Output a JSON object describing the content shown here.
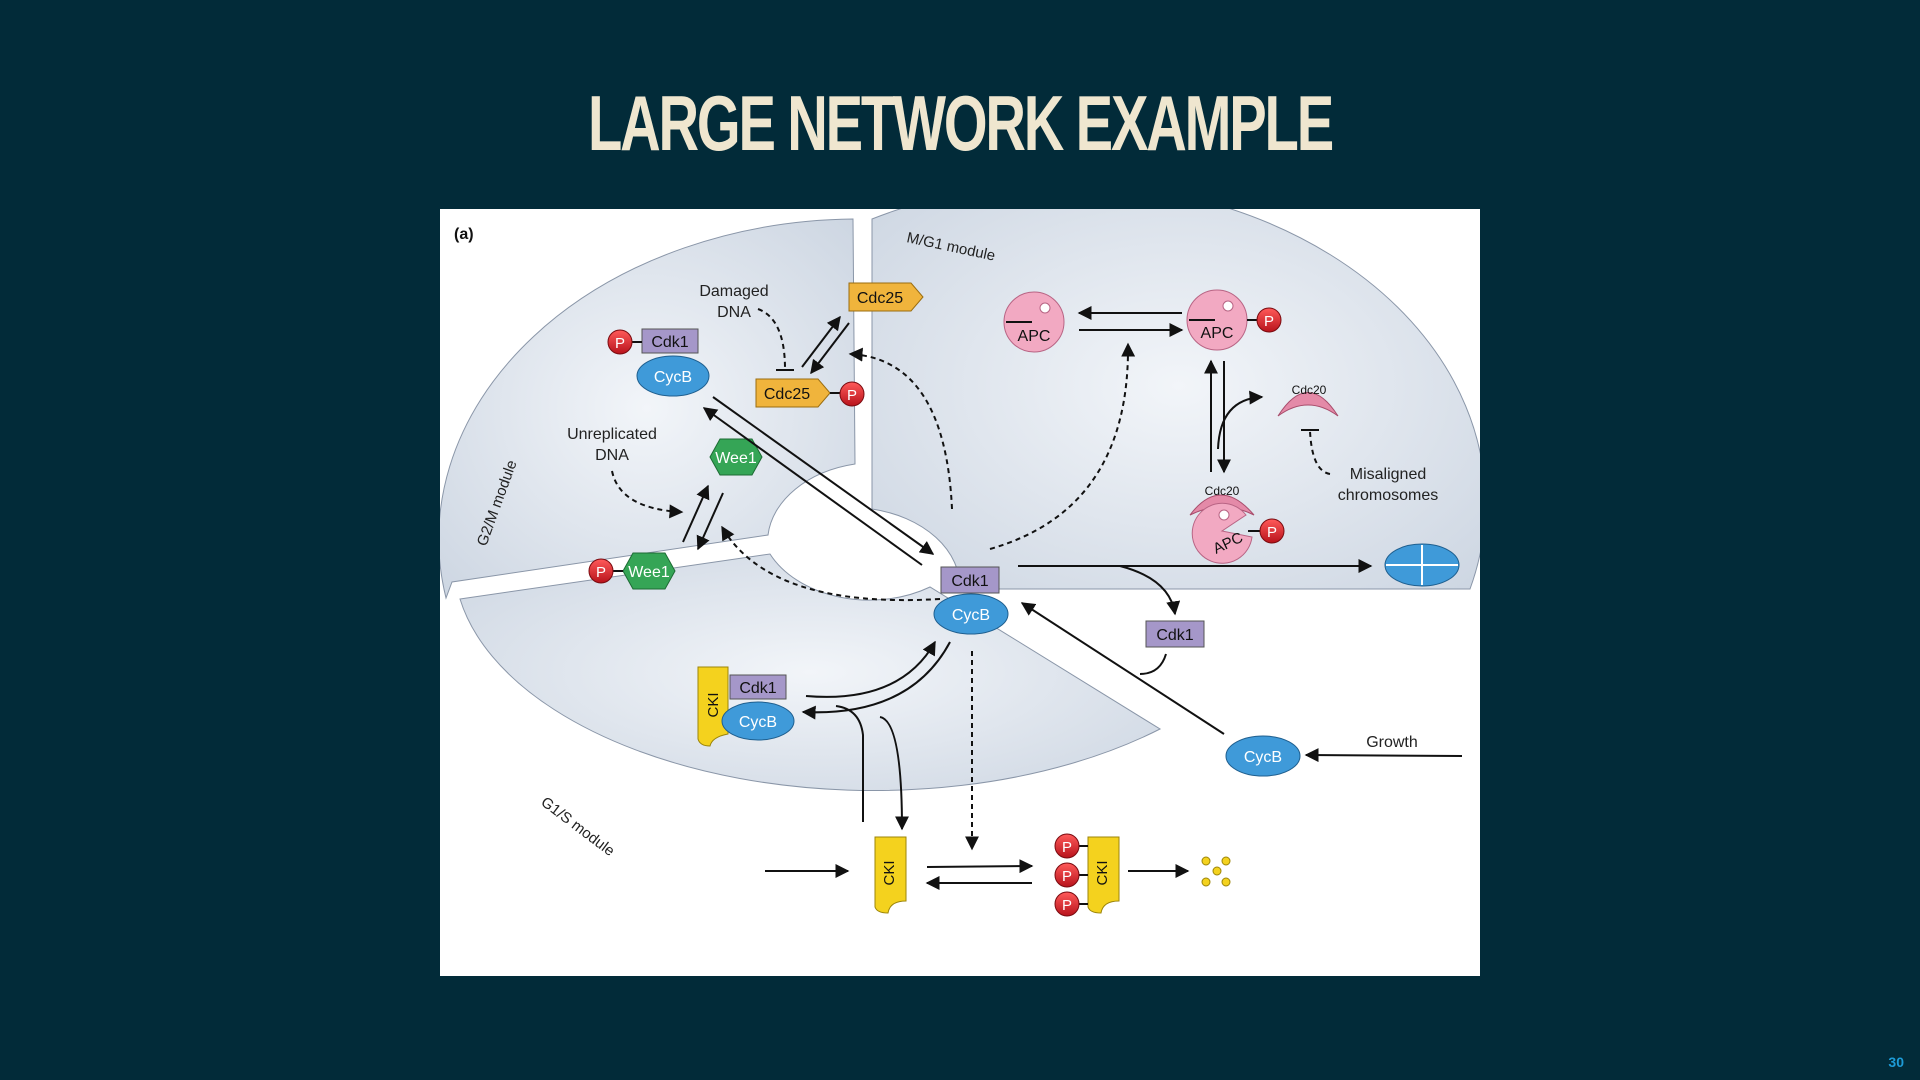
{
  "slide": {
    "title": "LARGE NETWORK EXAMPLE",
    "page_number": "30"
  },
  "figure": {
    "panel_label": "(a)",
    "modules": {
      "g2m": "G2/M module",
      "mg1": "M/G1 module",
      "g1s": "G1/S module"
    },
    "labels": {
      "damaged_dna_1": "Damaged",
      "damaged_dna_2": "DNA",
      "unreplicated_1": "Unreplicated",
      "unreplicated_2": "DNA",
      "misaligned_1": "Misaligned",
      "misaligned_2": "chromosomes",
      "growth": "Growth"
    },
    "proteins": {
      "cdk1": "Cdk1",
      "cycb": "CycB",
      "cdc25": "Cdc25",
      "wee1": "Wee1",
      "apc": "APC",
      "cdc20": "Cdc20",
      "cki": "CKI",
      "p": "P"
    },
    "colors": {
      "module_fill": "#d3dbe6",
      "cdk1": "#a597c9",
      "cycb": "#3f9ad9",
      "cdc25": "#f0b43c",
      "wee1": "#35a556",
      "apc": "#f2a9c2",
      "cdc20": "#e48aa8",
      "cki": "#f4d21e",
      "phosphate": "#d9232d"
    }
  }
}
